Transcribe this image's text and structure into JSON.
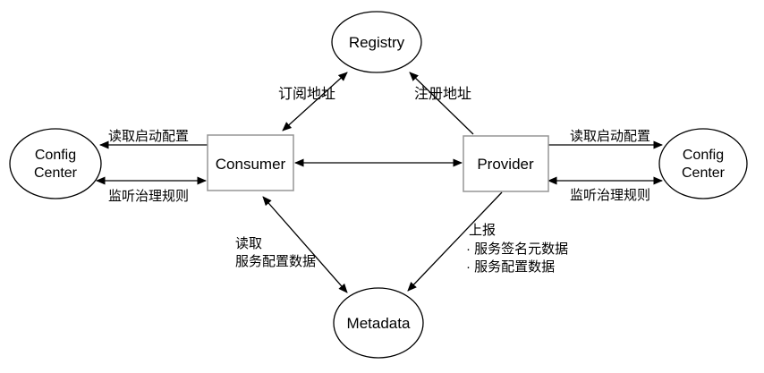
{
  "nodes": {
    "registry": {
      "label": "Registry",
      "shape": "ellipse"
    },
    "config_center_left": {
      "label_line1": "Config",
      "label_line2": "Center",
      "shape": "ellipse"
    },
    "consumer": {
      "label": "Consumer",
      "shape": "rect"
    },
    "provider": {
      "label": "Provider",
      "shape": "rect"
    },
    "config_center_right": {
      "label_line1": "Config",
      "label_line2": "Center",
      "shape": "ellipse"
    },
    "metadata": {
      "label": "Metadata",
      "shape": "ellipse"
    }
  },
  "edges": {
    "consumer_registry": {
      "label": "订阅地址",
      "direction": "bidirectional"
    },
    "provider_registry": {
      "label": "注册地址",
      "direction": "to-registry"
    },
    "consumer_config_read": {
      "label": "读取启动配置",
      "direction": "to-config-center"
    },
    "consumer_config_listen": {
      "label": "监听治理规则",
      "direction": "bidirectional"
    },
    "provider_config_read": {
      "label": "读取启动配置",
      "direction": "to-config-center"
    },
    "provider_config_listen": {
      "label": "监听治理规则",
      "direction": "bidirectional"
    },
    "consumer_provider": {
      "label": "",
      "direction": "bidirectional"
    },
    "consumer_metadata": {
      "label_line1": "读取",
      "label_line2": "服务配置数据",
      "direction": "bidirectional"
    },
    "provider_metadata": {
      "label_line1": "上报",
      "label_line2": "· 服务签名元数据",
      "label_line3": "· 服务配置数据",
      "direction": "to-metadata"
    }
  },
  "colors": {
    "background": "#ffffff",
    "line": "#000000",
    "ellipse_border": "#000000",
    "box_border": "#959595",
    "text": "#000000"
  }
}
